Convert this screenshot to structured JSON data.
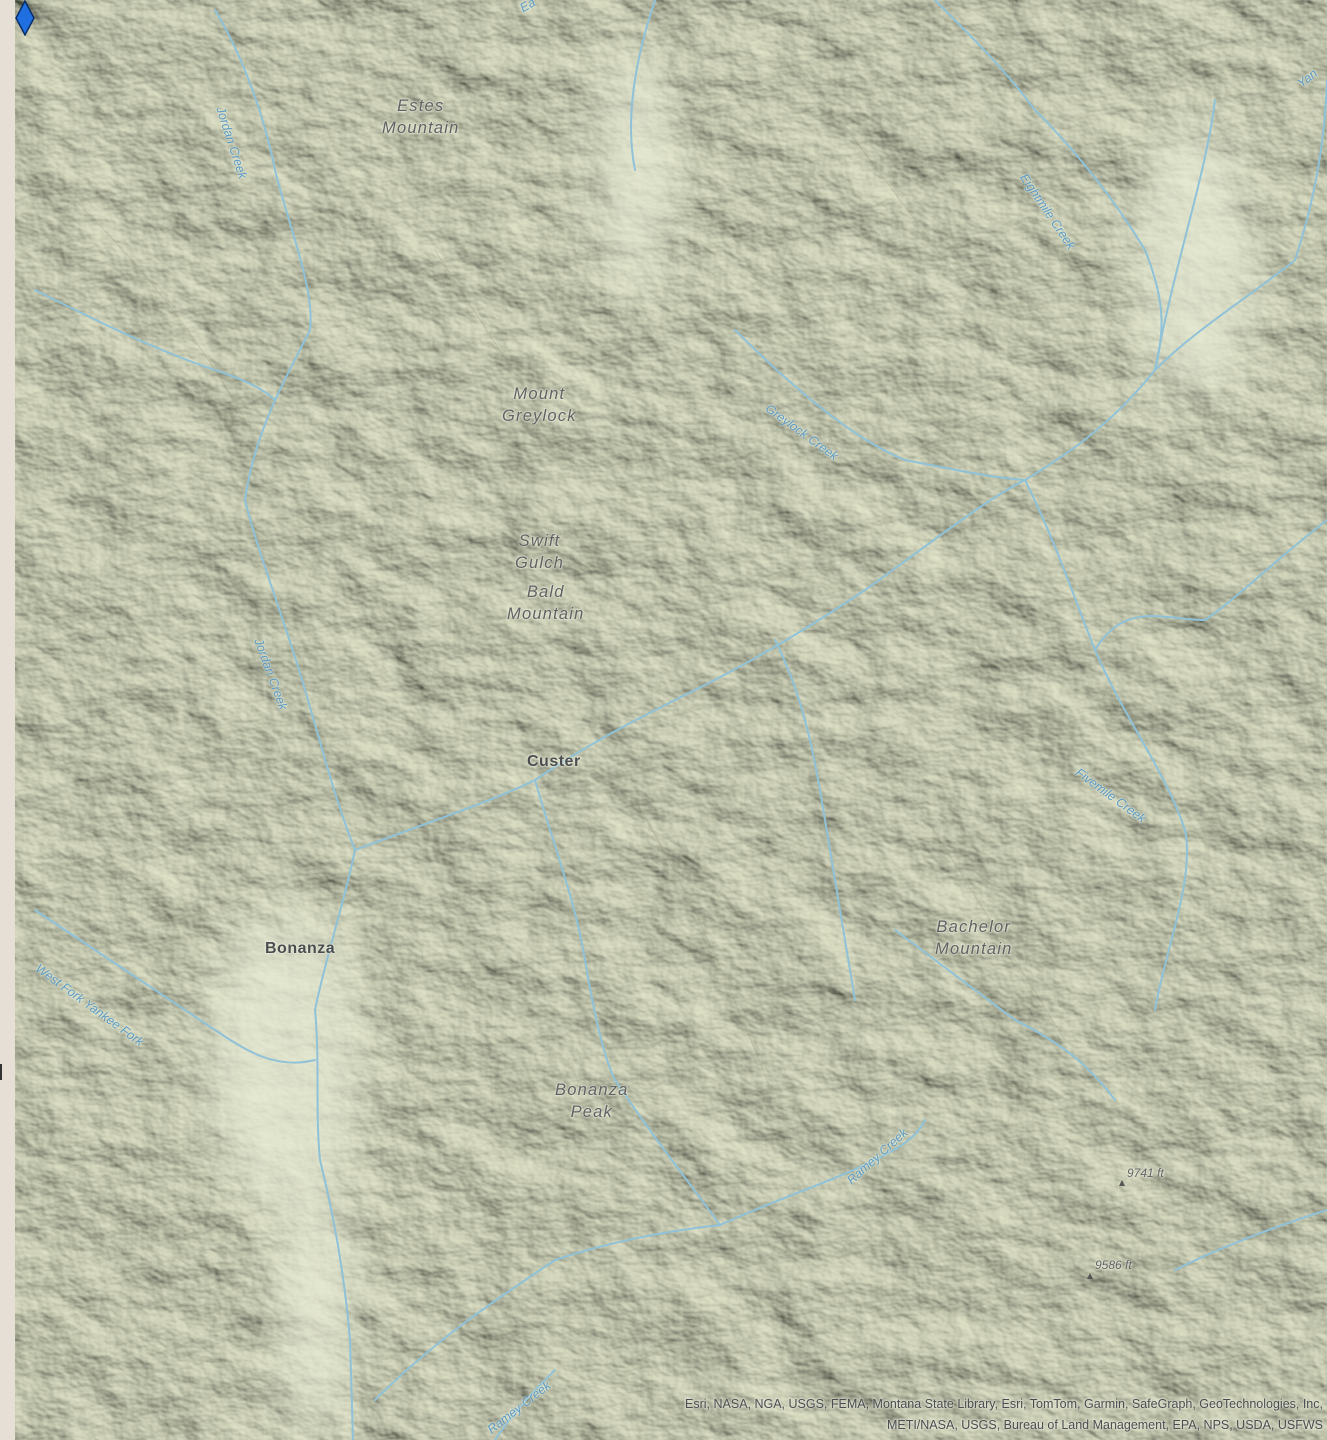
{
  "map": {
    "peaks": [
      {
        "id": "estes",
        "line1": "Estes",
        "line2": "Mountain"
      },
      {
        "id": "greylock",
        "line1": "Mount",
        "line2": "Greylock"
      },
      {
        "id": "swift",
        "line1": "Swift",
        "line2": "Gulch"
      },
      {
        "id": "bald",
        "line1": "Bald",
        "line2": "Mountain"
      },
      {
        "id": "bachelor",
        "line1": "Bachelor",
        "line2": "Mountain"
      },
      {
        "id": "bonanza-peak",
        "line1": "Bonanza",
        "line2": "Peak"
      }
    ],
    "towns": {
      "custer": "Custer",
      "bonanza": "Bonanza"
    },
    "waterways": {
      "jordan_creek_north": "Jordan Creek",
      "jordan_creek_south": "Jordan Creek",
      "eightmile_creek": "Eightmile Creek",
      "greylock_creek": "Greylock Creek",
      "fivemile_creek": "Fivemile Creek",
      "west_fork_yankee_fork": "West Fork Yankee Fork",
      "ramey_creek": "Ramey Creek",
      "ramey_creek_south": "Ramey Creek",
      "yankee_top": "Yan",
      "top_fragment": "Ea"
    },
    "elevations": {
      "spot1": "9741 ft",
      "spot2": "9586 ft"
    },
    "marker": {
      "color": "#1f6fe0",
      "shape": "diamond"
    },
    "attribution": {
      "line1": "Esri, NASA, NGA, USGS, FEMA, Montana State Library, Esri, TomTom, Garmin, SafeGraph, GeoTechnologies, Inc,",
      "line2": "METI/NASA, USGS, Bureau of Land Management, EPA, NPS, USDA, USFWS"
    },
    "colors": {
      "terrain_light": "#e3e6cf",
      "terrain_shadow": "#a3a487",
      "water": "#8fc2d8",
      "background_strip": "#e6dfd6"
    }
  }
}
